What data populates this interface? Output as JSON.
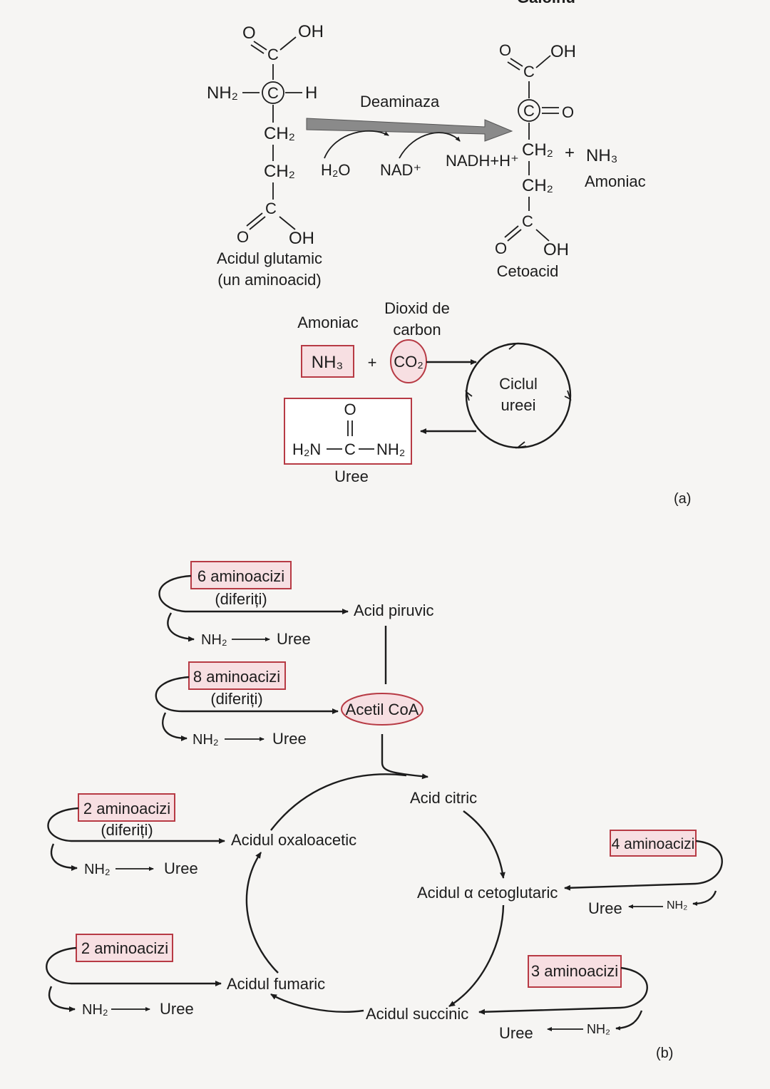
{
  "header_partial": "Galoinu",
  "panel_a": {
    "glutamic": {
      "O": "O",
      "OH_top": "OH",
      "NH2": "NH₂",
      "C_center": "C",
      "H": "H",
      "CH2_1": "CH₂",
      "CH2_2": "CH₂",
      "C_bottom": "C",
      "O_bottom": "O",
      "OH_bottom": "OH",
      "label_line1": "Acidul glutamic",
      "label_line2": "(un aminoacid)"
    },
    "enzyme": "Deaminaza",
    "h2o": "H₂O",
    "nad": "NAD⁺",
    "nadh": "NADH+H⁺",
    "cetoacid": {
      "O": "O",
      "OH_top": "OH",
      "C_top": "C",
      "C_center": "C",
      "O_keto": "O",
      "CH2_1": "CH₂",
      "CH2_2": "CH₂",
      "C_bottom": "C",
      "O_bottom": "O",
      "OH_bottom": "OH",
      "label": "Cetoacid"
    },
    "plus": "+",
    "nh3": "NH₃",
    "amoniac": "Amoniac",
    "urea_cycle": {
      "amoniac_label": "Amoniac",
      "co2_label_line1": "Dioxid de",
      "co2_label_line2": "carbon",
      "nh3_box": "NH₃",
      "plus": "+",
      "co2_circle": "CO₂",
      "cycle_line1": "Ciclul",
      "cycle_line2": "ureei",
      "urea_O": "O",
      "urea_formula_left": "H₂N",
      "urea_C": "C",
      "urea_formula_right": "NH₂",
      "urea_label": "Uree"
    },
    "tag": "(a)"
  },
  "panel_b": {
    "group_6": {
      "box": "6 aminoacizi",
      "sub": "(diferiți)",
      "target": "Acid piruvic",
      "nh2": "NH₂",
      "uree": "Uree"
    },
    "group_8": {
      "box": "8 aminoacizi",
      "sub": "(diferiți)",
      "target": "Acetil CoA",
      "nh2": "NH₂",
      "uree": "Uree"
    },
    "acid_citric": "Acid citric",
    "group_2a": {
      "box": "2 aminoacizi",
      "sub": "(diferiți)",
      "target": "Acidul oxaloacetic",
      "nh2": "NH₂",
      "uree": "Uree"
    },
    "group_4": {
      "box": "4 aminoacizi",
      "target": "Acidul α cetoglutaric",
      "nh2": "NH₂",
      "uree": "Uree"
    },
    "group_2b": {
      "box": "2 aminoacizi",
      "target": "Acidul fumaric",
      "nh2": "NH₂",
      "uree": "Uree"
    },
    "group_3": {
      "box": "3 aminoacizi",
      "target": "Acidul succinic",
      "nh2": "NH₂",
      "uree": "Uree"
    },
    "tag": "(b)"
  }
}
